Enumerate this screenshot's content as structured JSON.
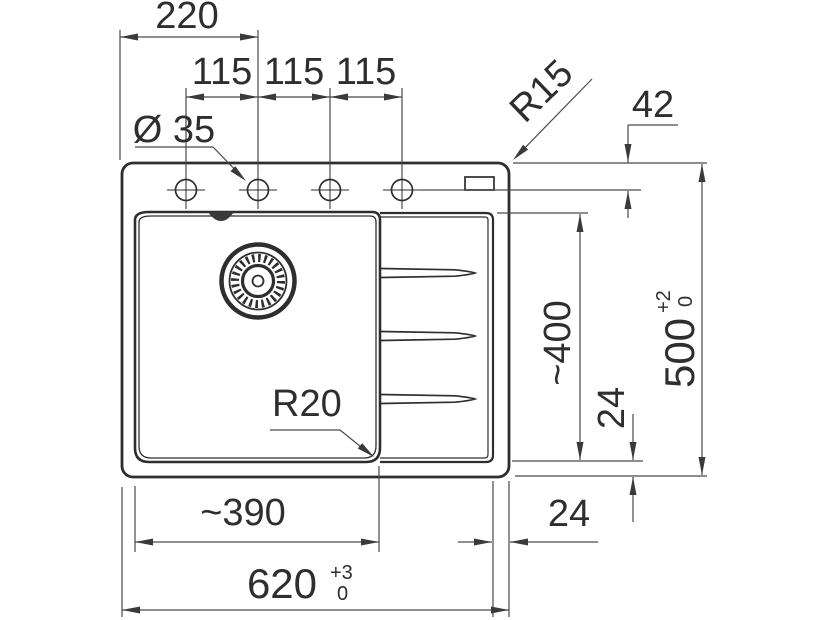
{
  "colors": {
    "background": "#ffffff",
    "line": "#2e2e2e",
    "dimension": "#4a4a4a"
  },
  "labels": {
    "tap_hole_offset": "220",
    "hole_pitch": [
      "115",
      "115",
      "115"
    ],
    "hole_diameter": "Ø 35",
    "outer_corner_radius": "R15",
    "edge_to_hole_center": "42",
    "bowl_length": "~400",
    "overall_depth": {
      "value": "500",
      "tol_upper": "+2",
      "tol_lower": "0"
    },
    "bowl_bottom_to_edge": "24",
    "bowl_corner_radius": "R20",
    "bowl_width": "~390",
    "drainer_edge_to_side": "24",
    "overall_width": {
      "value": "620",
      "tol_upper": "+3",
      "tol_lower": "0"
    }
  },
  "icons": {
    "drain": "drain-strainer-icon",
    "tap_hole": "tap-hole-icon",
    "overflow": "overflow-outlet-icon",
    "ridge": "drainer-ridge-icon"
  }
}
